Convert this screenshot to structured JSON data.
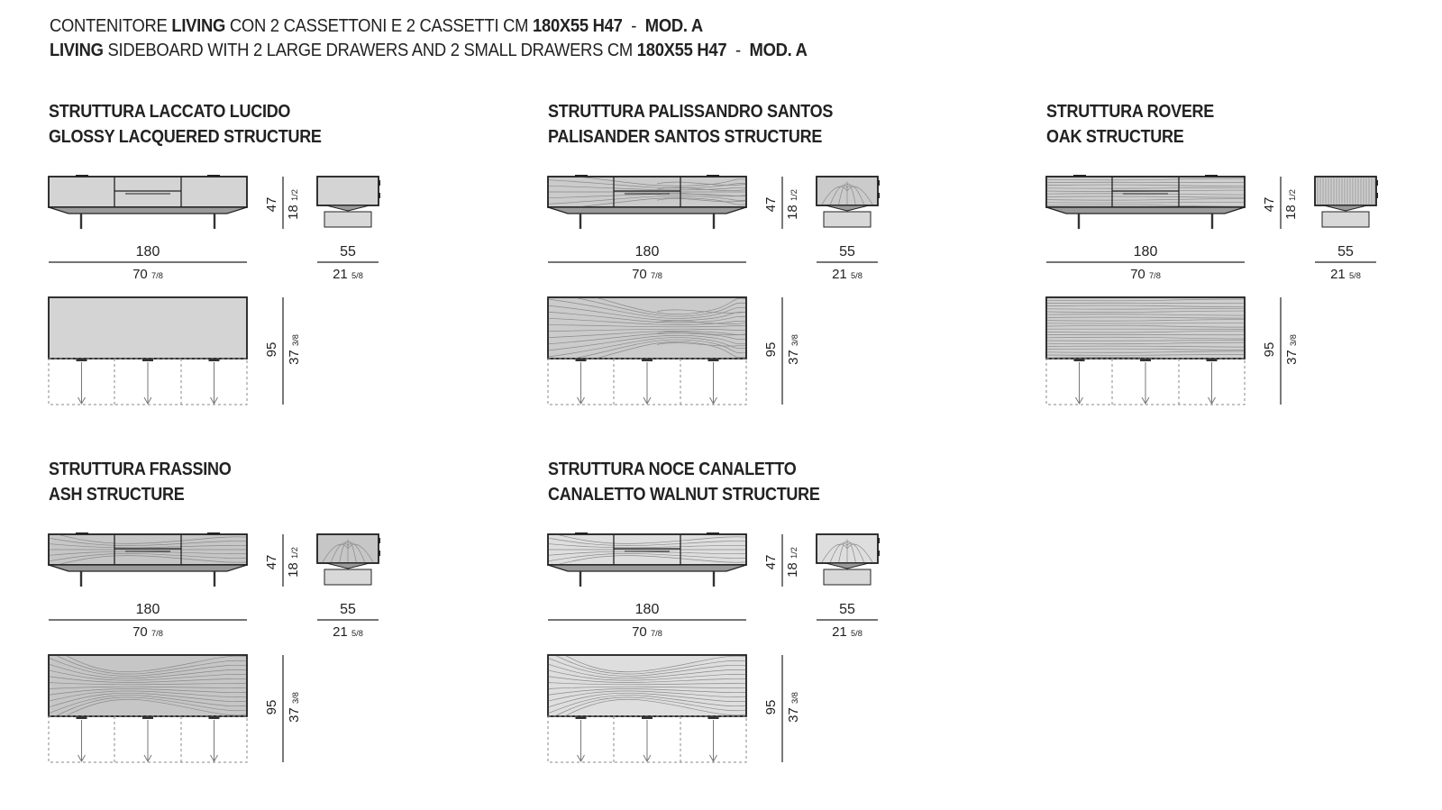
{
  "header": {
    "line1": {
      "prefix": "CONTENITORE ",
      "bold1": "LIVING",
      "middle": " CON 2 CASSETTONI E 2 CASSETTI CM ",
      "bold2": "180X55 H47",
      "sep": "  -  ",
      "bold3": "MOD. A"
    },
    "line2": {
      "bold1": "LIVING",
      "middle": " SIDEBOARD WITH 2 LARGE DRAWERS AND 2 SMALL DRAWERS CM ",
      "bold2": "180X55 H47",
      "sep": "  -  ",
      "bold3": "MOD. A"
    }
  },
  "dimensions": {
    "width_cm": "180",
    "width_in": "70",
    "width_in_frac": "7/8",
    "depth_cm": "55",
    "depth_in": "21",
    "depth_in_frac": "5/8",
    "height_cm": "47",
    "height_in": "18",
    "height_in_frac": "1/2",
    "plan_depth_cm": "95",
    "plan_depth_in": "37",
    "plan_depth_in_frac": "3/8"
  },
  "variants": [
    {
      "title_it": "STRUTTURA LACCATO LUCIDO",
      "title_en": "GLOSSY LACQUERED STRUCTURE",
      "finish": "lacquer",
      "fill": "#d4d4d4"
    },
    {
      "title_it": "STRUTTURA PALISSANDRO SANTOS",
      "title_en": "PALISANDER SANTOS STRUCTURE",
      "finish": "palisander",
      "fill": "#cbcbcb"
    },
    {
      "title_it": "STRUTTURA ROVERE",
      "title_en": "OAK STRUCTURE",
      "finish": "oak",
      "fill": "#cfcfcf"
    },
    {
      "title_it": "STRUTTURA FRASSINO",
      "title_en": "ASH STRUCTURE",
      "finish": "ash",
      "fill": "#c6c6c6"
    },
    {
      "title_it": "STRUTTURA NOCE CANALETTO",
      "title_en": "CANALETTO WALNUT STRUCTURE",
      "finish": "walnut",
      "fill": "#dedede"
    }
  ],
  "colors": {
    "line": "#222222",
    "leg": "#333333",
    "dashed": "#888888"
  }
}
